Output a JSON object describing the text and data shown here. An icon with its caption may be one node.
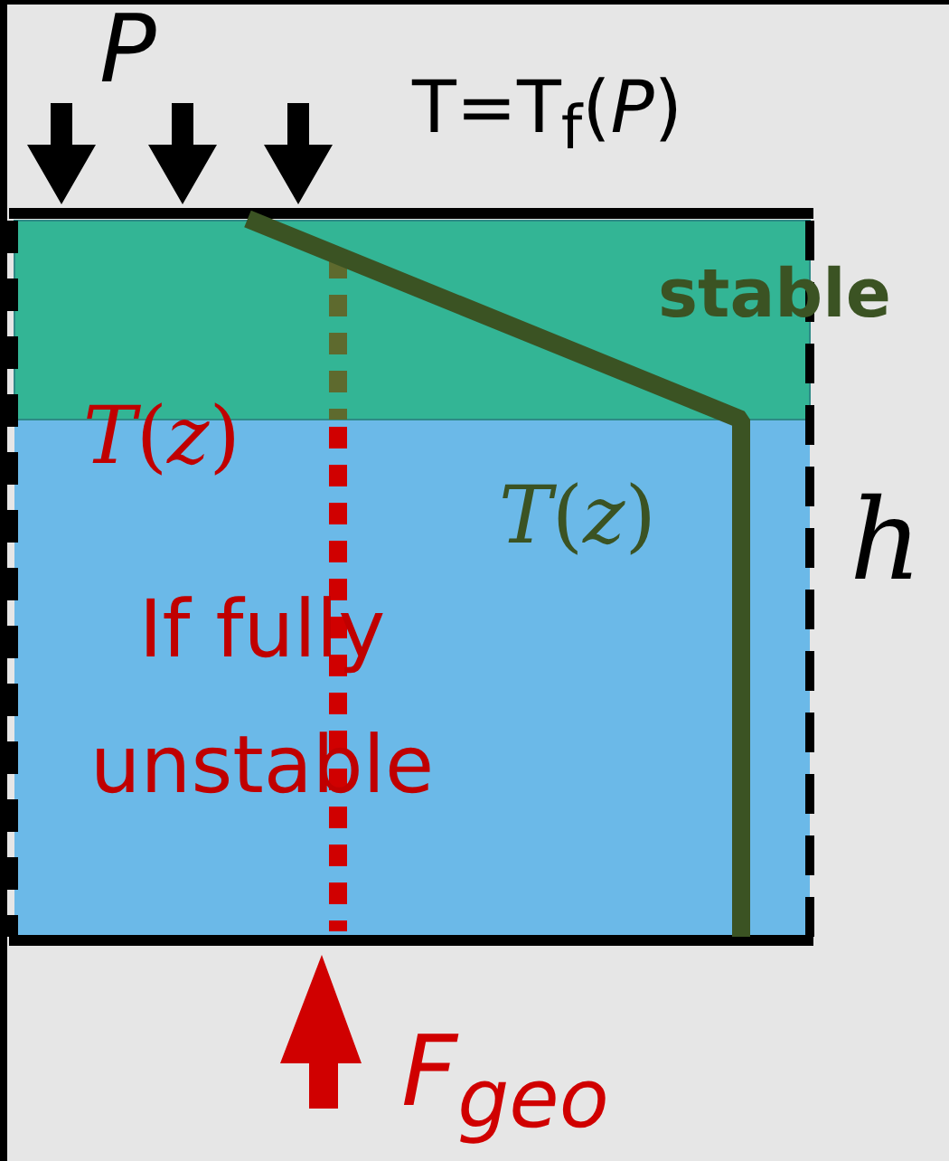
{
  "diagram": {
    "labels": [
      "P",
      "T=T$_{f}$(*P*)",
      "stable",
      "*T*(*z*)",
      "If fully unstable",
      "*T*(*z*)",
      "h",
      "F$_{geo}$"
    ]
  }
}
